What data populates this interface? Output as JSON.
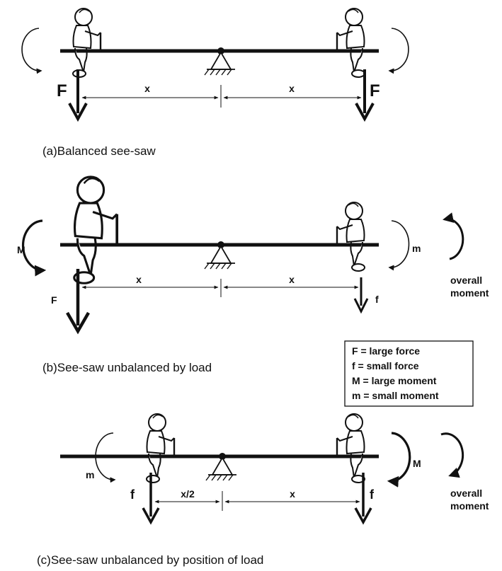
{
  "colors": {
    "ink": "#111111",
    "background": "#ffffff"
  },
  "panel_a": {
    "caption": "(a)Balanced see-saw",
    "left_force": "F",
    "right_force": "F",
    "left_distance": "x",
    "right_distance": "x"
  },
  "panel_b": {
    "caption": "(b)See-saw unbalanced by load",
    "left_force": "F",
    "right_force": "f",
    "left_moment": "M",
    "right_moment": "m",
    "left_distance": "x",
    "right_distance": "x",
    "overall_line1": "overall",
    "overall_line2": "moment"
  },
  "panel_c": {
    "caption": "(c)See-saw unbalanced by position of load",
    "left_force": "f",
    "right_force": "f",
    "left_moment": "m",
    "right_moment": "M",
    "left_distance": "x/2",
    "right_distance": "x",
    "overall_line1": "overall",
    "overall_line2": "moment"
  },
  "legend": [
    "F = large force",
    "f = small force",
    "M = large moment",
    "m = small moment"
  ]
}
